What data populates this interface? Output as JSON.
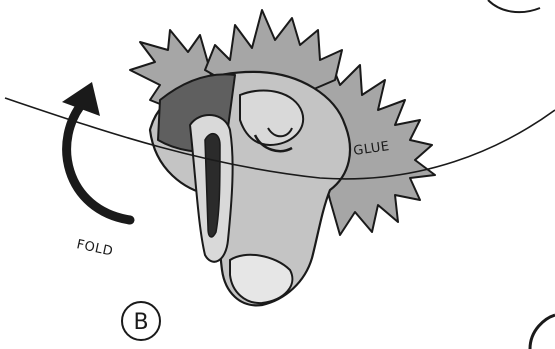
{
  "labels": {
    "fold": "FOLD",
    "glue": "GLUE",
    "step": "B"
  },
  "colors": {
    "fur": "#a6a6a6",
    "fur_light": "#d9d9d9",
    "band": "#5f5f5f",
    "mouth": "#2b2b2b",
    "ink": "#1a1a1a",
    "paper": "#ffffff"
  },
  "icons": {
    "fold_arrow": "curved-arrow-up-icon"
  }
}
